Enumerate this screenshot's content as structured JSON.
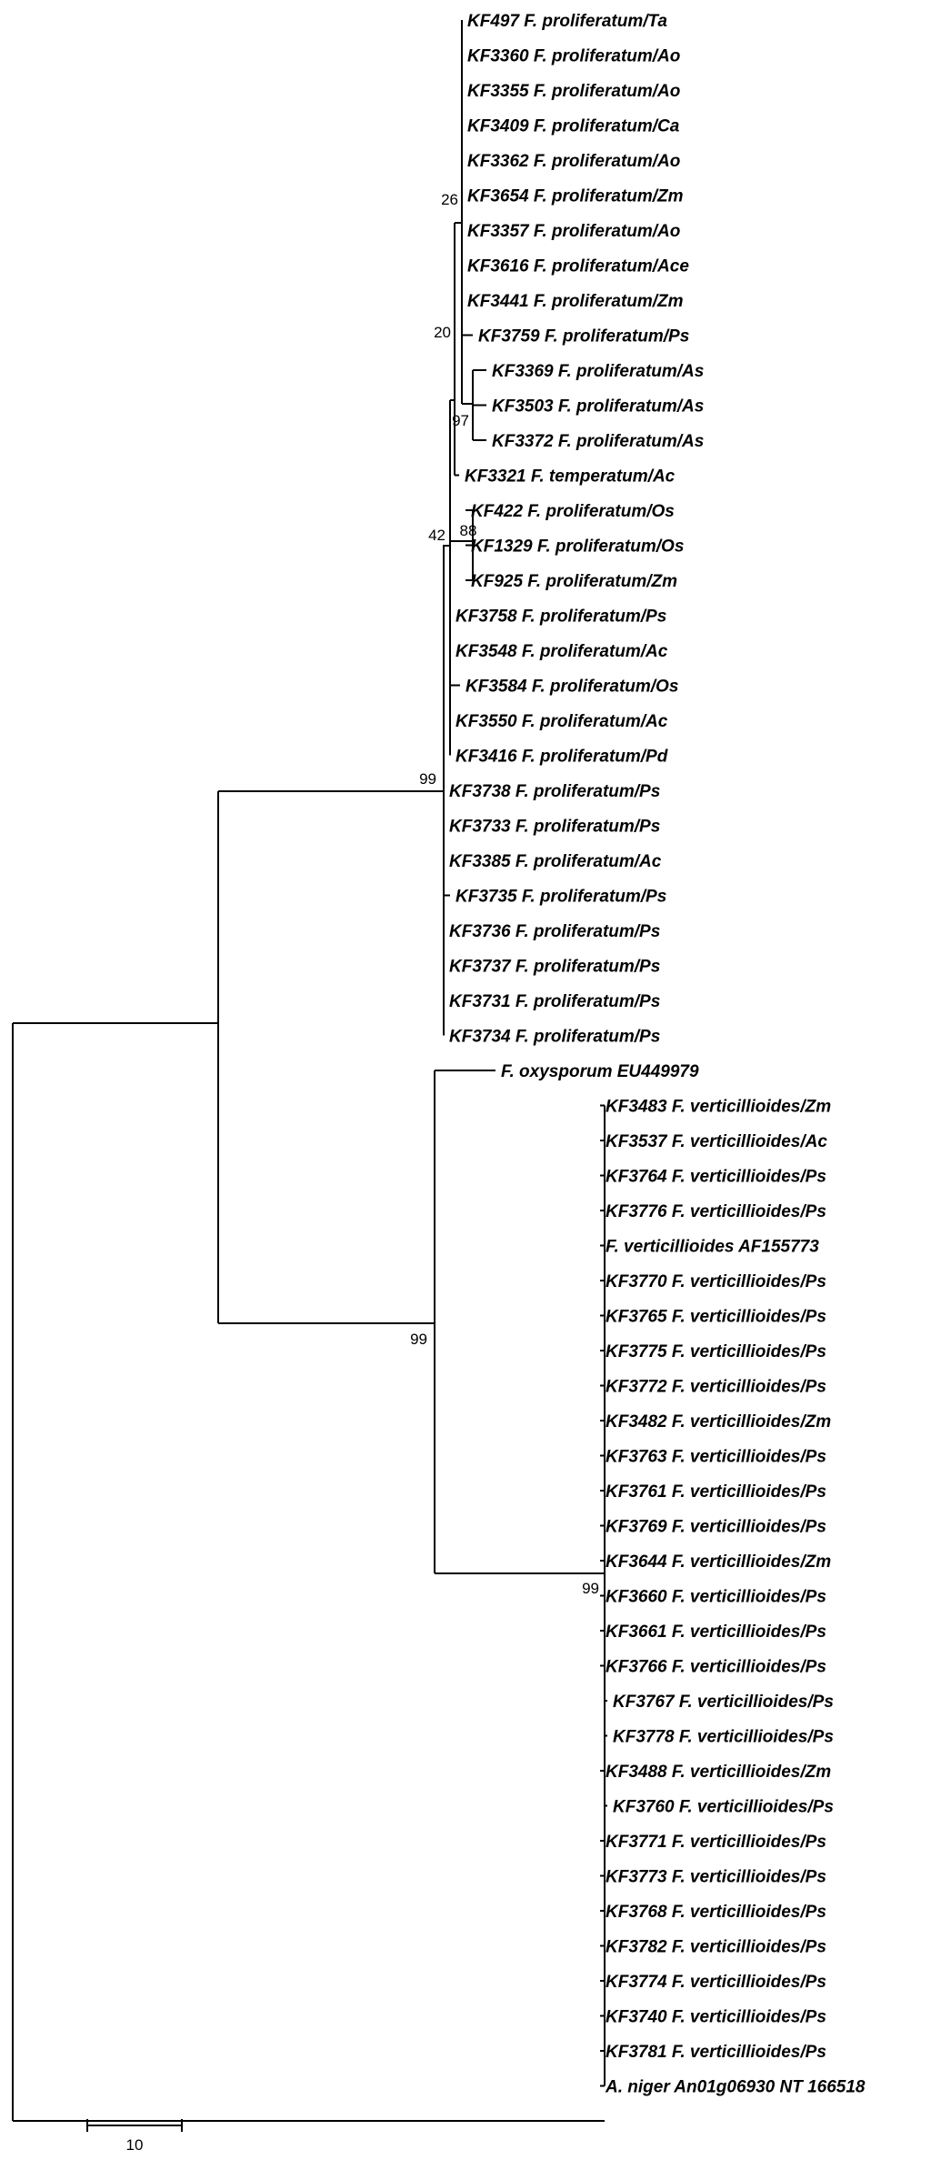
{
  "tree": {
    "leaves": [
      "KF497 F. proliferatum/Ta",
      "KF3360 F. proliferatum/Ao",
      "KF3355 F. proliferatum/Ao",
      "KF3409 F. proliferatum/Ca",
      "KF3362 F. proliferatum/Ao",
      "KF3654 F. proliferatum/Zm",
      "KF3357 F. proliferatum/Ao",
      "KF3616 F. proliferatum/Ace",
      "KF3441 F. proliferatum/Zm",
      "KF3759 F. proliferatum/Ps",
      "KF3369 F. proliferatum/As",
      "KF3503 F. proliferatum/As",
      "KF3372 F. proliferatum/As",
      "KF3321 F. temperatum/Ac",
      "KF422 F. proliferatum/Os",
      "KF1329 F. proliferatum/Os",
      "KF925 F. proliferatum/Zm",
      "KF3758 F. proliferatum/Ps",
      "KF3548 F. proliferatum/Ac",
      "KF3584 F. proliferatum/Os",
      "KF3550 F. proliferatum/Ac",
      "KF3416 F. proliferatum/Pd",
      "KF3738 F. proliferatum/Ps",
      "KF3733 F. proliferatum/Ps",
      "KF3385 F. proliferatum/Ac",
      "KF3735 F. proliferatum/Ps",
      "KF3736 F. proliferatum/Ps",
      "KF3737 F. proliferatum/Ps",
      "KF3731 F. proliferatum/Ps",
      "KF3734 F. proliferatum/Ps",
      "F. oxysporum EU449979",
      "KF3483 F. verticillioides/Zm",
      "KF3537 F. verticillioides/Ac",
      "KF3764 F. verticillioides/Ps",
      "KF3776 F. verticillioides/Ps",
      "F. verticillioides AF155773",
      "KF3770 F. verticillioides/Ps",
      "KF3765 F. verticillioides/Ps",
      "KF3775 F. verticillioides/Ps",
      "KF3772 F. verticillioides/Ps",
      "KF3482 F. verticillioides/Zm",
      "KF3763 F. verticillioides/Ps",
      "KF3761 F. verticillioides/Ps",
      "KF3769 F. verticillioides/Ps",
      "KF3644 F. verticillioides/Zm",
      "KF3660 F. verticillioides/Ps",
      "KF3661 F. verticillioides/Ps",
      "KF3766 F. verticillioides/Ps",
      "KF3767 F. verticillioides/Ps",
      "KF3778 F. verticillioides/Ps",
      "KF3488 F. verticillioides/Zm",
      "KF3760 F. verticillioides/Ps",
      "KF3771 F. verticillioides/Ps",
      "KF3773 F. verticillioides/Ps",
      "KF3768 F. verticillioides/Ps",
      "KF3782 F. verticillioides/Ps",
      "KF3774 F. verticillioides/Ps",
      "KF3740 F. verticillioides/Ps",
      "KF3781 F. verticillioides/Ps",
      "A. niger An01g06930 NT 166518"
    ],
    "support_values": [
      "26",
      "20",
      "97",
      "42",
      "88",
      "99",
      "99",
      "99"
    ],
    "scale_bar": {
      "label": "10",
      "units": 10
    }
  }
}
